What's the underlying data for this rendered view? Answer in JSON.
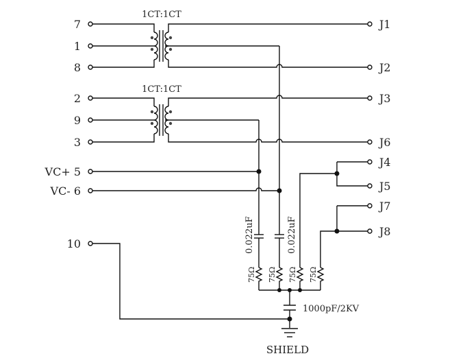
{
  "transformers": [
    {
      "ratio_label": "1CT:1CT"
    },
    {
      "ratio_label": "1CT:1CT"
    }
  ],
  "left_pins": [
    {
      "label": "7"
    },
    {
      "label": "1"
    },
    {
      "label": "8"
    },
    {
      "label": "2"
    },
    {
      "label": "9"
    },
    {
      "label": "3"
    },
    {
      "label": "VC+ 5"
    },
    {
      "label": "VC- 6"
    },
    {
      "label": "10"
    }
  ],
  "right_pins": [
    {
      "label": "J1"
    },
    {
      "label": "J2"
    },
    {
      "label": "J3"
    },
    {
      "label": "J6"
    },
    {
      "label": "J4"
    },
    {
      "label": "J5"
    },
    {
      "label": "J7"
    },
    {
      "label": "J8"
    }
  ],
  "capacitors": [
    {
      "label": "0.022uF"
    },
    {
      "label": "0.022uF"
    },
    {
      "label": "1000pF/2KV"
    }
  ],
  "resistors": [
    {
      "label": "75Ω"
    },
    {
      "label": "75Ω"
    },
    {
      "label": "75Ω"
    },
    {
      "label": "75Ω"
    }
  ],
  "ground": {
    "label": "SHIELD"
  },
  "colors": {
    "wire": "#111111",
    "text": "#222222"
  }
}
